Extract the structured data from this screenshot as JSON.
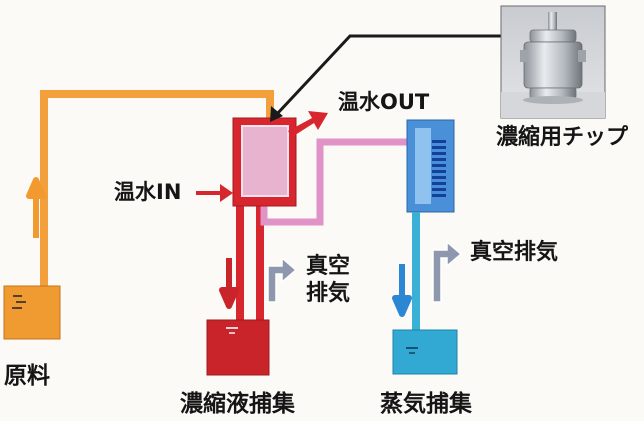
{
  "labels": {
    "hot_water_out": "温水OUT",
    "hot_water_in": "温水IN",
    "chip_caption": "濃縮用チップ",
    "vacuum_exhaust_1_line1": "真空",
    "vacuum_exhaust_1_line2": "排気",
    "vacuum_exhaust_2": "真空排気",
    "raw_material": "原料",
    "concentrate_collection": "濃縮液捕集",
    "vapor_collection": "蒸気捕集"
  },
  "colors": {
    "feed_line": "#f3a03c",
    "concentrator_body": "#d8262e",
    "concentrator_inner": "#e7b3cf",
    "vapor_pipe": "#df93c6",
    "condenser_body": "#4a90d9",
    "condenser_coil": "#143f9a",
    "collection_tank_concentrate": "#c8242a",
    "collection_tank_vapor": "#31a9d3",
    "raw_tank": "#f09a32",
    "vacuum_arrow": "#8d97ae",
    "callout_line": "#1a1a1a"
  }
}
